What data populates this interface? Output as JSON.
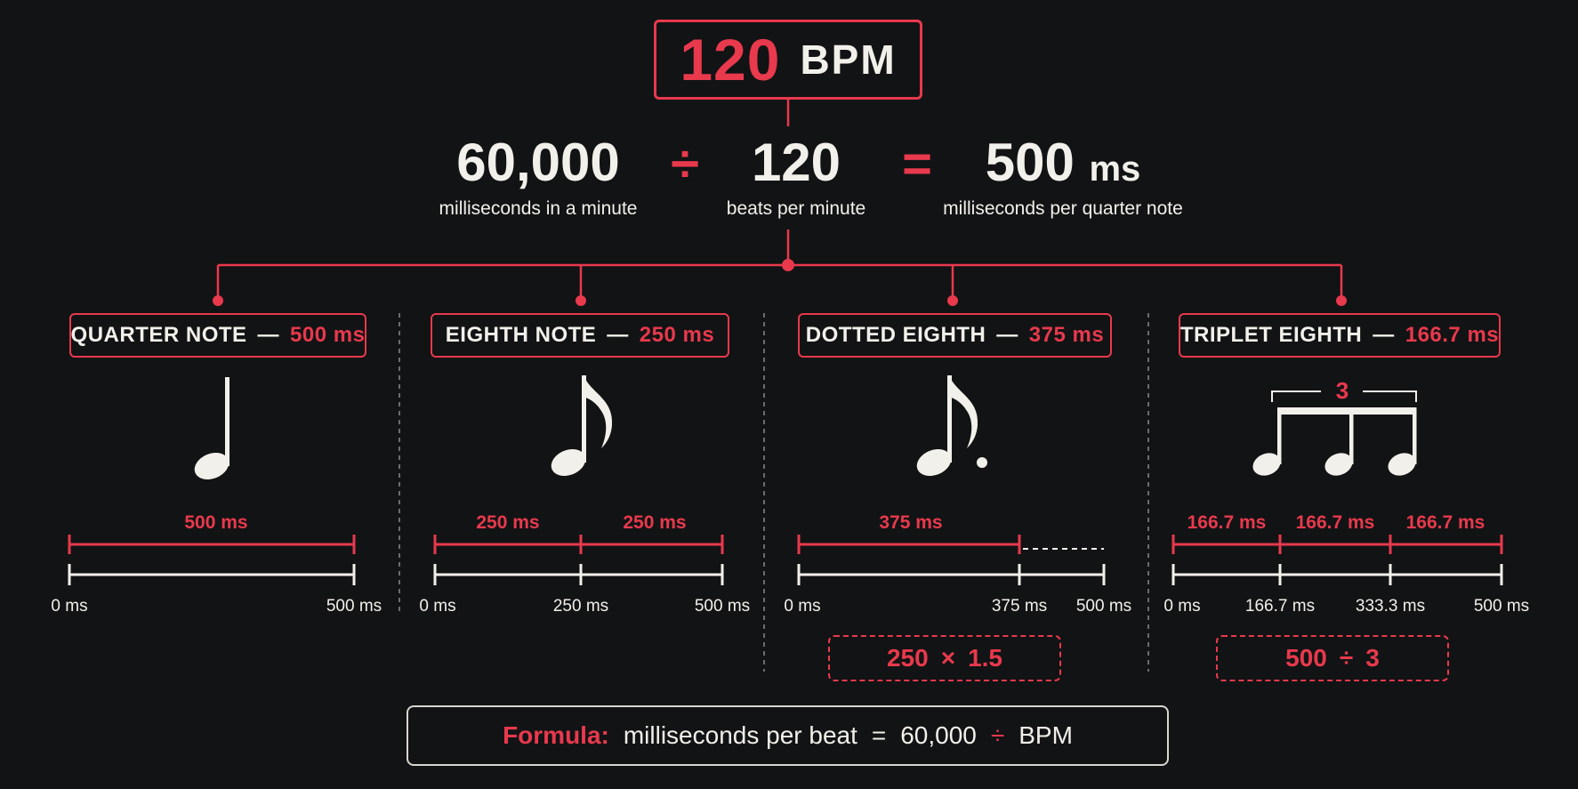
{
  "bpm": {
    "value": "120",
    "unit": "BPM"
  },
  "equation": {
    "dividend": "60,000",
    "dividend_label": "milliseconds in a minute",
    "divide_symbol": "÷",
    "divisor": "120",
    "divisor_label": "beats per minute",
    "equals_symbol": "=",
    "result": "500",
    "result_unit": "ms",
    "result_label": "milliseconds per quarter note"
  },
  "notes": [
    {
      "name": "QUARTER NOTE",
      "dash": "—",
      "duration": "500 ms",
      "icon": "quarter-note-icon",
      "segment_labels": [
        "500 ms"
      ],
      "tick_labels": [
        "0 ms",
        "500 ms"
      ]
    },
    {
      "name": "EIGHTH NOTE",
      "dash": "—",
      "duration": "250 ms",
      "icon": "eighth-note-icon",
      "segment_labels": [
        "250 ms",
        "250 ms"
      ],
      "tick_labels": [
        "0 ms",
        "250 ms",
        "500 ms"
      ]
    },
    {
      "name": "DOTTED EIGHTH",
      "dash": "—",
      "duration": "375 ms",
      "icon": "dotted-eighth-note-icon",
      "segment_labels": [
        "375 ms"
      ],
      "tick_labels": [
        "0 ms",
        "375 ms",
        "500 ms"
      ],
      "calc": {
        "a": "250",
        "op": "×",
        "b": "1.5"
      }
    },
    {
      "name": "TRIPLET EIGHTH",
      "dash": "—",
      "duration": "166.7 ms",
      "icon": "triplet-eighth-notes-icon",
      "triplet_number": "3",
      "segment_labels": [
        "166.7 ms",
        "166.7 ms",
        "166.7 ms"
      ],
      "tick_labels": [
        "0 ms",
        "166.7 ms",
        "333.3 ms",
        "500 ms"
      ],
      "calc": {
        "a": "500",
        "op": "÷",
        "b": "3"
      }
    }
  ],
  "formula": {
    "key": "Formula:",
    "lhs": "milliseconds per beat",
    "equals": "=",
    "dividend": "60,000",
    "op": "÷",
    "divisor": "BPM"
  },
  "colors": {
    "background": "#121314",
    "accent": "#e8394d",
    "text": "#f2f0ea"
  }
}
